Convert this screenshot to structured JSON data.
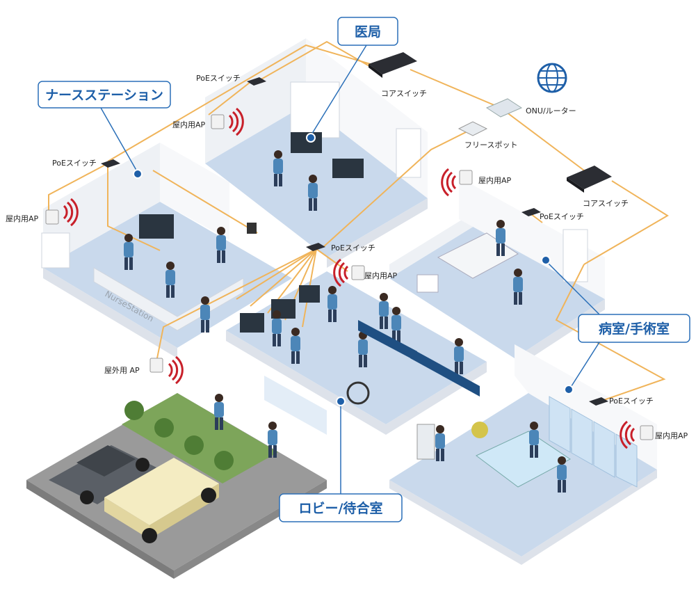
{
  "rooms": {
    "ikyoku": "医局",
    "nurse_station": "ナースステーション",
    "ward_or": "病室/手術室",
    "lobby": "ロビー/待合室"
  },
  "devices": {
    "poe_switch": "PoEスイッチ",
    "core_switch": "コアスイッチ",
    "onu_router": "ONU/ルーター",
    "free_spot": "フリースポット",
    "indoor_ap": "屋内用AP",
    "outdoor_ap": "屋外用 AP"
  },
  "sign_text": "NurseStation",
  "colors": {
    "title_blue": "#1e5fa8",
    "cable": "#f0b45a",
    "wifi_red": "#c8202a",
    "floor": "#c9d9ec"
  }
}
